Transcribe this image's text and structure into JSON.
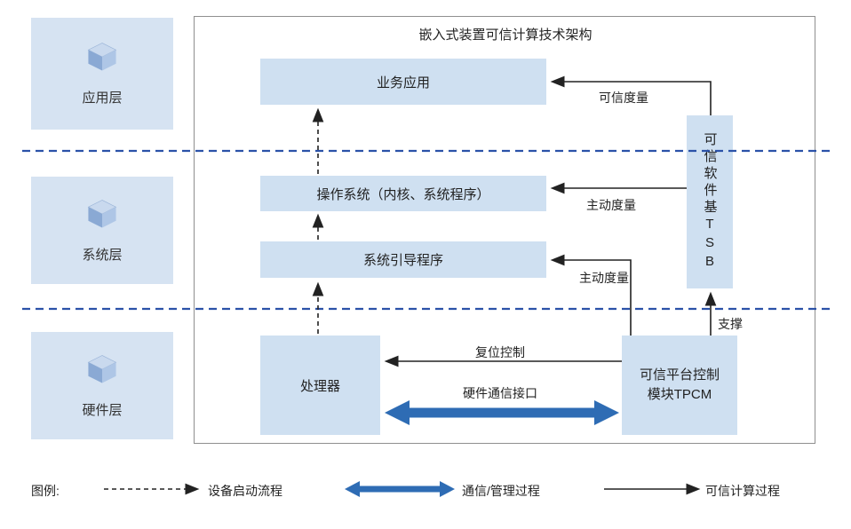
{
  "diagram": {
    "title": "嵌入式装置可信计算技术架构"
  },
  "layers": [
    {
      "label": "应用层"
    },
    {
      "label": "系统层"
    },
    {
      "label": "硬件层"
    }
  ],
  "nodes": {
    "business_app": "业务应用",
    "os": "操作系统（内核、系统程序）",
    "bootloader": "系统引导程序",
    "processor": "处理器",
    "tpcm_line1": "可信平台控制",
    "tpcm_line2": "模块TPCM",
    "tsb": "可信软件基TSB"
  },
  "edges": {
    "trusted_measure": "可信度量",
    "active_measure_os": "主动度量",
    "active_measure_boot": "主动度量",
    "support": "支撑",
    "reset_control": "复位控制",
    "hw_comm_interface": "硬件通信接口"
  },
  "legend": {
    "title": "图例:",
    "boot_flow": "设备启动流程",
    "comm_process": "通信/管理过程",
    "trusted_process": "可信计算过程"
  },
  "colors": {
    "node_fill": "#cfe0f1",
    "layer_fill": "#d6e3f2",
    "separator_blue": "#2b52a8",
    "thick_arrow_blue": "#2e6cb4",
    "arrow_dark": "#222222"
  }
}
